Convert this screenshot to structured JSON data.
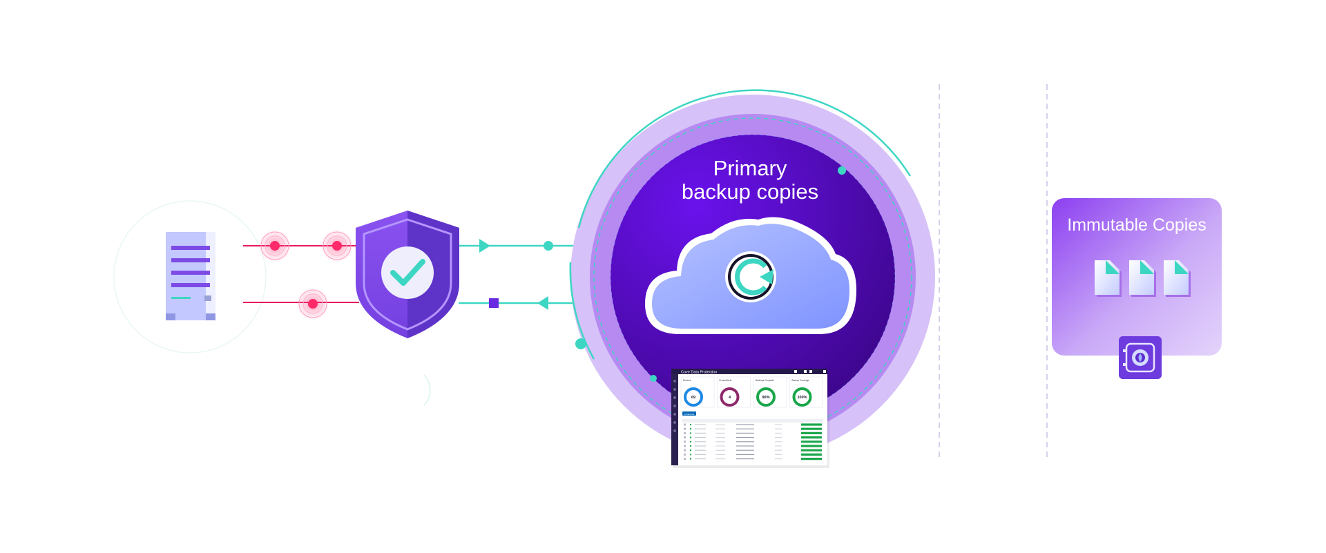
{
  "diagram": {
    "primary_title_line1": "Primary",
    "primary_title_line2": "backup copies",
    "immutable_title": "Immutable Copies"
  },
  "dashboard": {
    "app_title": "Cove Data Protection",
    "stats": [
      {
        "label": "Devices",
        "value": "69",
        "color": "#1e88e5"
      },
      {
        "label": "Errors/Alerts",
        "value": "4",
        "color": "#8e2a6b"
      },
      {
        "label": "Backups Complete",
        "value": "90%",
        "color": "#1aa64a"
      },
      {
        "label": "Backup Coverage",
        "value": "100%",
        "color": "#1aa64a"
      }
    ],
    "list_button": "All devices"
  },
  "colors": {
    "teal": "#3dd6c3",
    "purple": "#7b3fe4",
    "deep_purple": "#4a0aa8",
    "pink": "#e8175d",
    "cloud": "#a9b8ff"
  },
  "icons": {
    "server": "server-icon",
    "shield": "shield-check-icon",
    "cloud": "cloud-icon",
    "backup": "backup-refresh-icon",
    "document": "document-icon",
    "vault": "vault-icon"
  }
}
